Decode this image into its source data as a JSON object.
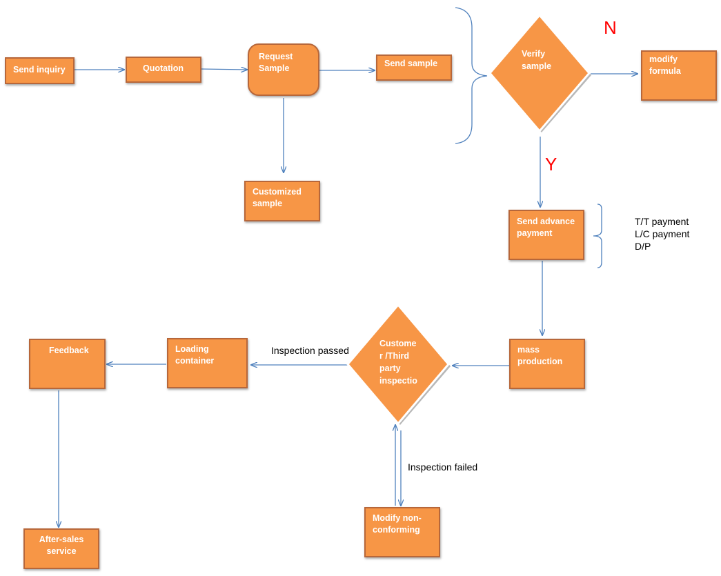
{
  "colors": {
    "node_fill": "#F79646",
    "node_border": "#B7673A",
    "edge": "#4F81BD",
    "decision_label": "#FF0000"
  },
  "nodes": {
    "send_inquiry": "Send inquiry",
    "quotation": "Quotation",
    "request_sample": "Request\nSample",
    "send_sample": "Send sample",
    "verify_sample": "Verify\nsample",
    "modify_formula": "modify\nformula",
    "customized_sample": "Customized\nsample",
    "send_advance_payment": "Send  advance\npayment",
    "mass_production": "mass\nproduction",
    "inspection": "Custome\nr /Third\nparty\ninspectio",
    "loading_container": "Loading\ncontainer",
    "feedback": "Feedback",
    "after_sales": "After-sales\nservice",
    "modify_nonconforming": "Modify non-\nconforming"
  },
  "labels": {
    "no": "N",
    "yes": "Y",
    "payment_terms": "T/T payment\nL/C payment\nD/P",
    "inspection_passed": "Inspection passed",
    "inspection_failed": "Inspection failed"
  }
}
